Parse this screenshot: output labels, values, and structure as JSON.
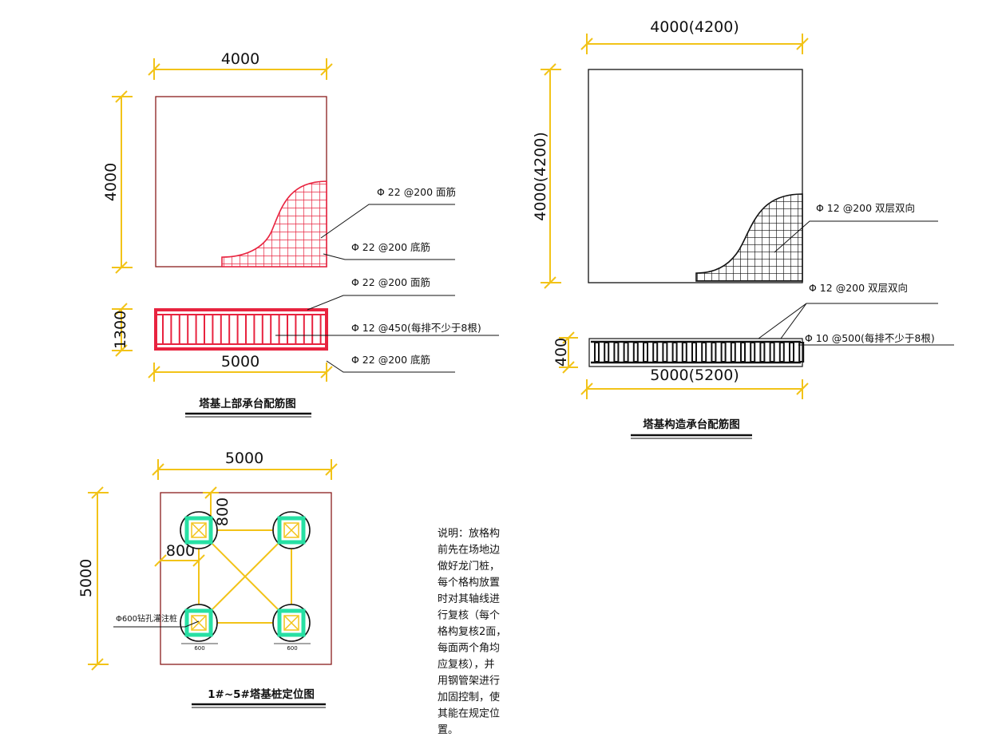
{
  "colors": {
    "dimension": "#f2c318",
    "red_rebar": "#e8233f",
    "black": "#111111",
    "pile_cyan": "#27e0a4",
    "border_dark_red": "#8a1c1c"
  },
  "drawing_top_cap": {
    "dim_width": "4000",
    "dim_height": "4000",
    "label_top_rebar": "Φ 22 @200 面筋",
    "label_bottom_rebar": "Φ 22 @200 底筋",
    "section_label_top": "Φ 22 @200 面筋",
    "section_label_stirrup": "Φ 12 @450(每排不少于8根)",
    "section_label_bottom": "Φ 22 @200 底筋",
    "section_dim_height": "1300",
    "section_dim_width": "5000",
    "title": "塔基上部承台配筋图"
  },
  "drawing_structure_cap": {
    "dim_width": "4000(4200)",
    "dim_height": "4000(4200)",
    "label_rebar": "Φ 12 @200 双层双向",
    "section_label_top": "Φ 12 @200 双层双向",
    "section_label_stirrup": "Φ 10 @500(每排不少于8根)",
    "section_dim_height": "400",
    "section_dim_width": "5000(5200)",
    "title": "塔基构造承台配筋图"
  },
  "drawing_pile_layout": {
    "dim_width": "5000",
    "dim_height": "5000",
    "dim_offset_v": "800",
    "dim_offset_h": "800",
    "pile_label": "Φ600钻孔灌注桩",
    "pile_dia_left": "600",
    "pile_dia_right": "600",
    "title": "1#~5#塔基桩定位图"
  },
  "notes": {
    "lines": [
      "说明：放格构",
      "前先在场地边",
      "做好龙门桩，",
      "每个格构放置",
      "时对其轴线进",
      "行复核（每个",
      "格构复核2面，",
      "每面两个角均",
      "应复核），并",
      "用钢管架进行",
      "加固控制，使",
      "其能在规定位",
      "置。"
    ]
  }
}
